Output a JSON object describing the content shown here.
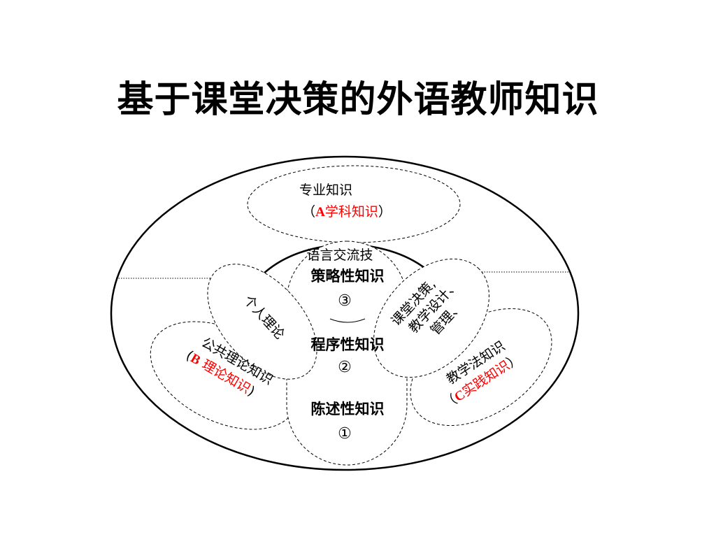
{
  "title": "基于课堂决策的外语教师知识",
  "colors": {
    "red": "#ff0000",
    "blue": "#0000ff",
    "black": "#000000"
  },
  "professional": {
    "line1": "专业知识",
    "open": "（",
    "code": "A",
    "name": "学科知识",
    "close": "）"
  },
  "strategic": {
    "skill": "语言交流技",
    "name": "策略性知识",
    "num": "③"
  },
  "personal_theory": "个人理论",
  "classroom": {
    "line1": "课堂决策,",
    "line2": "教学设计、",
    "line3": "管理、"
  },
  "procedural": {
    "name": "程序性知识",
    "num": "②"
  },
  "public_theory": {
    "line1": "公共理论知识",
    "open": "(",
    "code": "B",
    "name": " 理论知识",
    "close": ")"
  },
  "pedagogy": {
    "line1": "教学法知识",
    "open": "（",
    "code": "C",
    "name": "实践知识",
    "close": "）"
  },
  "declarative": {
    "name": "陈述性知识",
    "num": "①"
  }
}
